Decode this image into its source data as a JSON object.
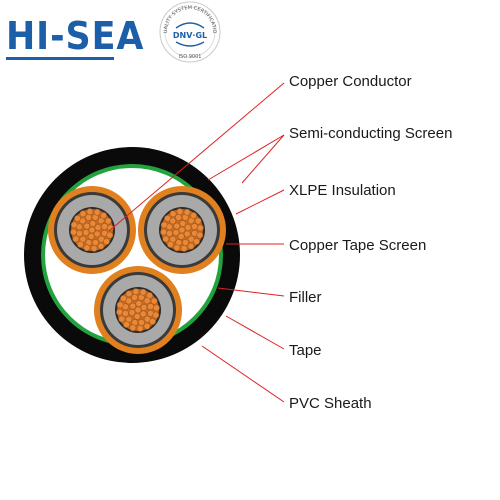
{
  "header": {
    "brand": "HI-SEA",
    "cert_seal": {
      "top_text": "QUALITY SYSTEM CERTIFICATION",
      "center_text": "DNV·GL",
      "bottom_text": "ISO 9001",
      "color": "#1c5fa8"
    }
  },
  "diagram": {
    "labels": [
      "Copper Conductor",
      "Semi-conducting Screen",
      "XLPE Insulation",
      "Copper Tape Screen",
      "Filler",
      "Tape",
      "PVC Sheath"
    ],
    "colors": {
      "sheath": "#0a0a0a",
      "tape": "#22a33e",
      "filler": "#ffffff",
      "copper_tape": "#e0801f",
      "semi_conducting": "#2b2b2b",
      "insulation": "#a9a9a9",
      "conductor": "#e8893a",
      "leader": "#e02020"
    }
  }
}
